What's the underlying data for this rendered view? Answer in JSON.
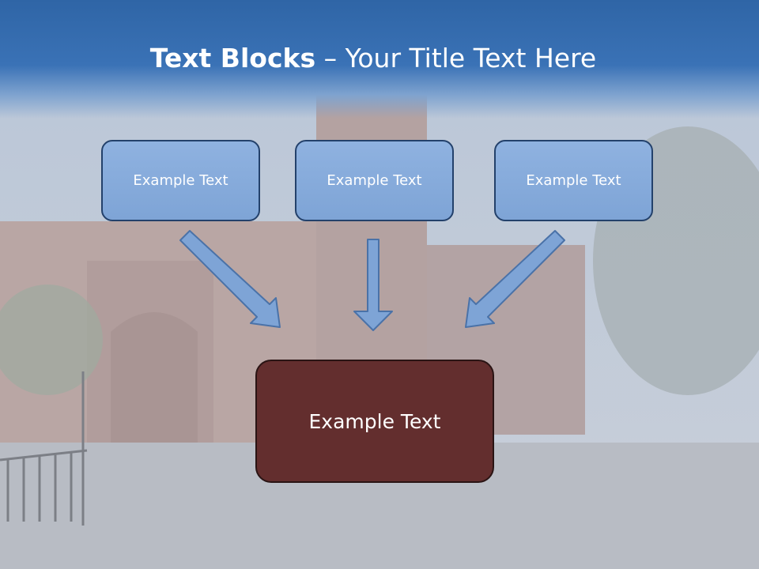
{
  "slide": {
    "title_bold": "Text Blocks",
    "title_dash": " – ",
    "title_rest": "Your Title Text Here"
  },
  "blocks": [
    {
      "label": "Example Text"
    },
    {
      "label": "Example Text"
    },
    {
      "label": "Example Text"
    }
  ],
  "center_block": {
    "label": "Example Text"
  },
  "colors": {
    "title_band": "#2f65a6",
    "block_fill": "#7ea4d6",
    "block_border": "#23416b",
    "center_fill": "#632e2e",
    "arrow_fill": "#7ea4d6"
  }
}
